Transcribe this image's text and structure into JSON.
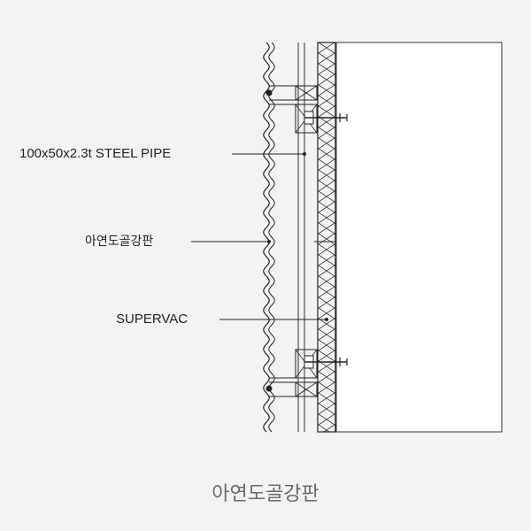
{
  "labels": {
    "steel_pipe": "100x50x2.3t STEEL PIPE",
    "panel": "아연도골강판",
    "supervac": "SUPERVAC"
  },
  "caption": "아연도골강판",
  "colors": {
    "background": "#f3f3f3",
    "line": "#222222",
    "caption": "#6a6a6a"
  }
}
